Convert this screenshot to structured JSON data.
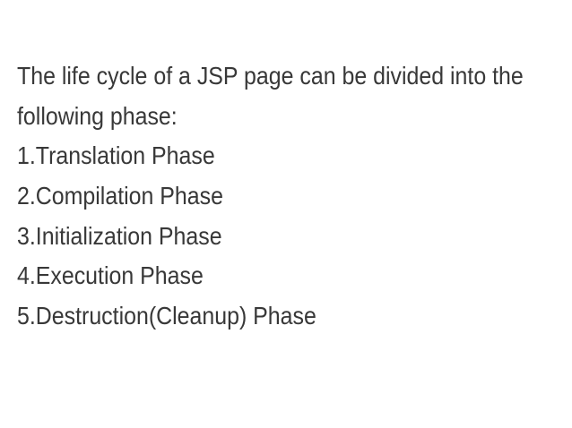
{
  "slide": {
    "background_color": "#ffffff",
    "text_color": "#383838",
    "intro_lines": [
      "The life cycle of a JSP page can be divided into the",
      "following phase:"
    ],
    "phases": [
      "1.Translation Phase",
      "2.Compilation Phase",
      "3.Initialization Phase",
      "4.Execution Phase",
      "5.Destruction(Cleanup) Phase"
    ]
  }
}
